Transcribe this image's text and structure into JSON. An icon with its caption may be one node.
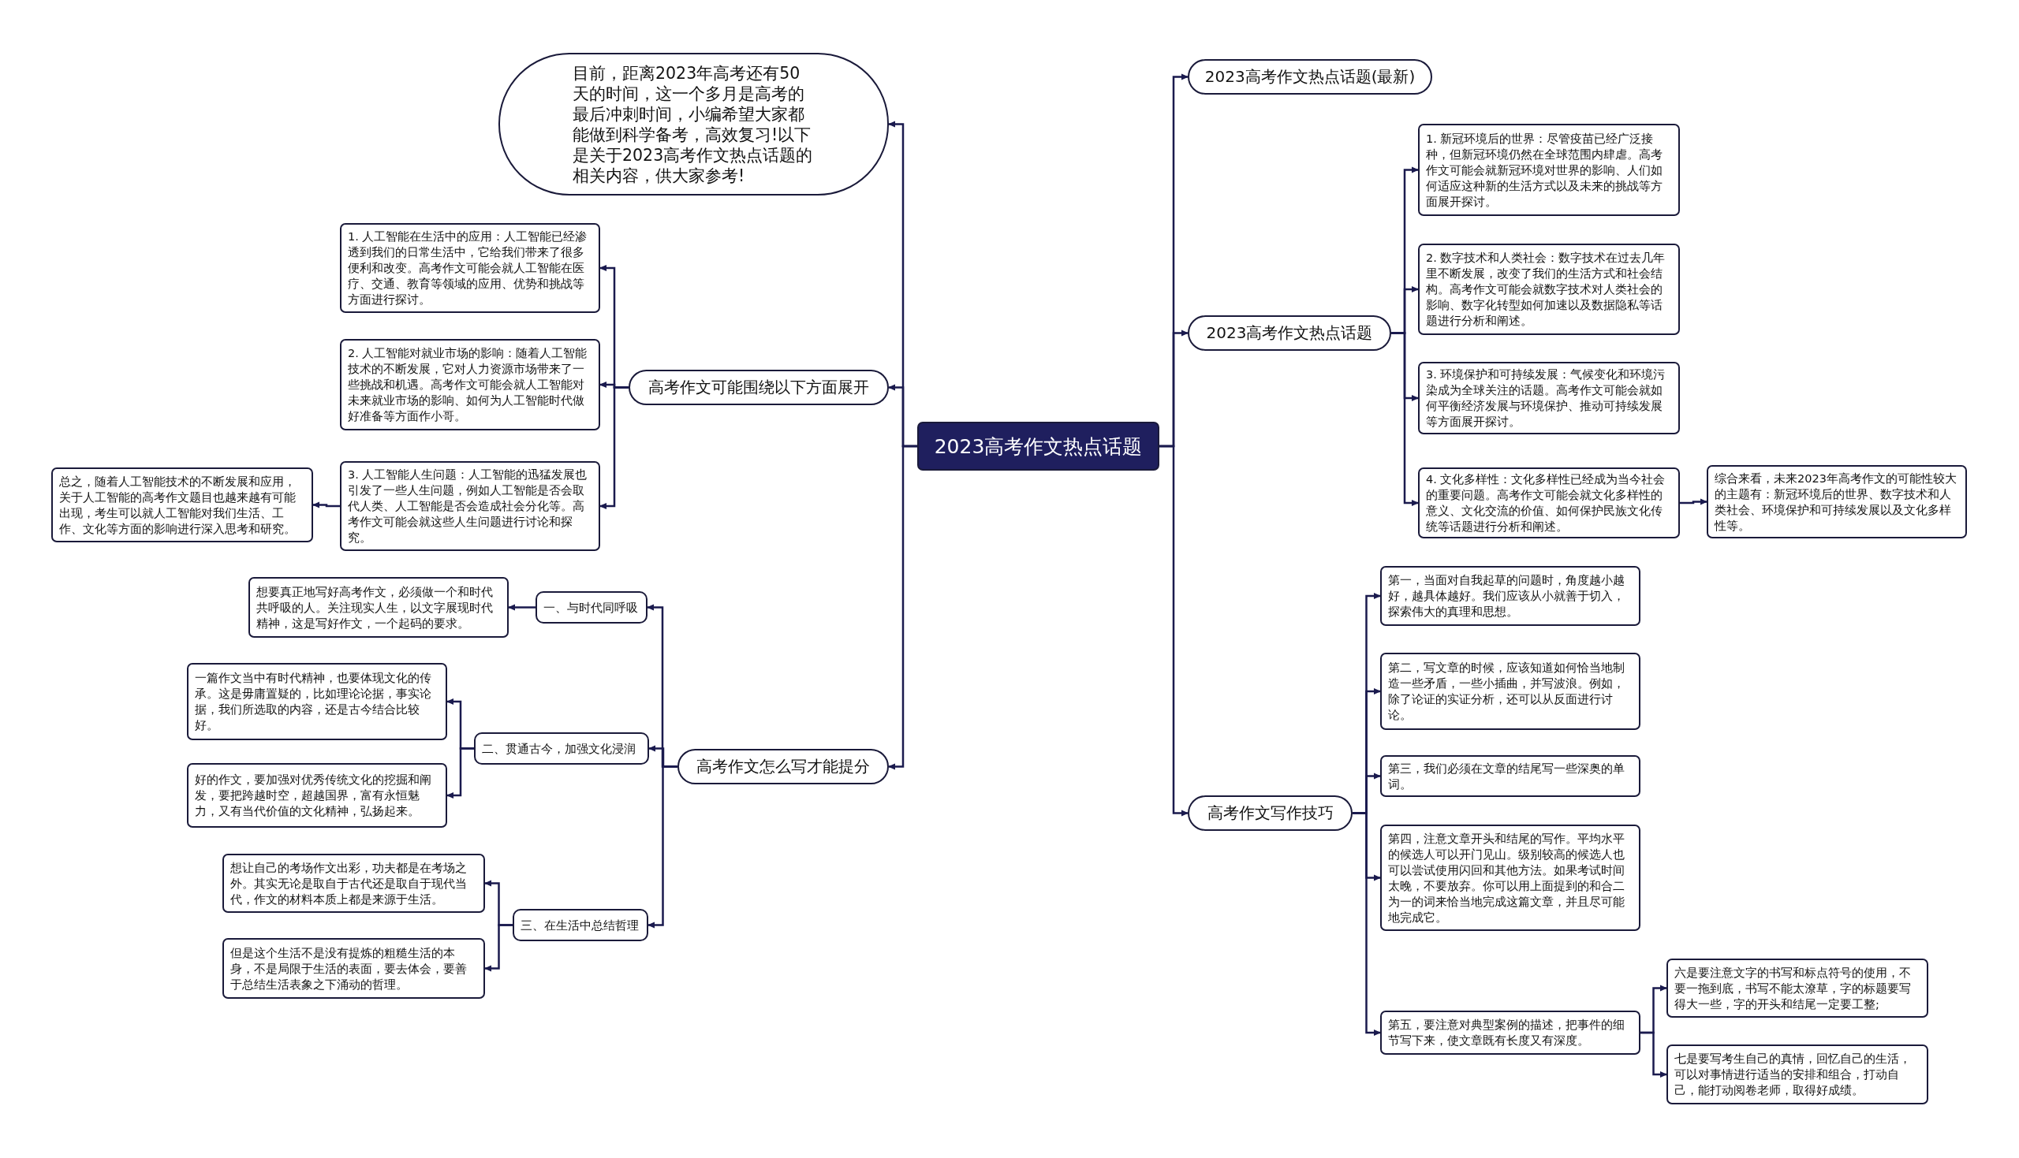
{
  "diagram": {
    "nodes": [
      {
        "text": [
          "2023高考作文热点话题"
        ]
      },
      {
        "text": [
          "目前，距离2023年高考还有50天的时间，这一个多月是高考的最后冲刺时间，小编希望大家都能做到科学备考，高效复习!以下是关于2023高考作文热点话题的相关内容，供大家参考!"
        ]
      },
      {
        "text": [
          "高考作文可能围绕以下方面展开"
        ]
      },
      {
        "text": [
          "1. 人工智能在生活中的应用：人工智能已经渗透到我们的日常生活中，它给我们带来了很多便利和改变。高考作文可能会就人工智能在医疗、交通、教育等领域的应用、优势和挑战等方面进行探讨。"
        ]
      },
      {
        "text": [
          "2. 人工智能对就业市场的影响：随着人工智能技术的不断发展，它对人力资源市场带来了一些挑战和机遇。高考作文可能会就人工智能对未来就业市场的影响、如何为人工智能时代做好准备等方面作小哥。"
        ]
      },
      {
        "text": [
          "3. 人工智能人生问题：人工智能的迅猛发展也引发了一些人生问题，例如人工智能是否会取代人类、人工智能是否会造成社会分化等。高考作文可能会就这些人生问题进行讨论和探究。"
        ]
      },
      {
        "text": [
          "总之，随着人工智能技术的不断发展和应用，关于人工智能的高考作文题目也越来越有可能出现，考生可以就人工智能对我们生活、工作、文化等方面的影响进行深入思考和研究。"
        ]
      },
      {
        "text": [
          "高考作文怎么写才能提分"
        ]
      },
      {
        "text": [
          "一、与时代同呼吸"
        ]
      },
      {
        "text": [
          "想要真正地写好高考作文，必须做一个和时代共呼吸的人。关注现实人生，以文字展现时代精神，这是写好作文，一个起码的要求。"
        ]
      },
      {
        "text": [
          "二、贯通古今，加强文化浸润"
        ]
      },
      {
        "text": [
          "一篇作文当中有时代精神，也要体现文化的传承。这是毋庸置疑的，比如理论论据，事实论据，我们所选取的内容，还是古今结合比较好。"
        ]
      },
      {
        "text": [
          "好的作文，要加强对优秀传统文化的挖掘和阐发，要把跨越时空，超越国界，富有永恒魅力，又有当代价值的文化精神，弘扬起来。"
        ]
      },
      {
        "text": [
          "三、在生活中总结哲理"
        ]
      },
      {
        "text": [
          "想让自己的考场作文出彩，功夫都是在考场之外。其实无论是取自于古代还是取自于现代当代，作文的材料本质上都是来源于生活。"
        ]
      },
      {
        "text": [
          "但是这个生活不是没有提炼的粗糙生活的本身，不是局限于生活的表面，要去体会，要善于总结生活表象之下涌动的哲理。"
        ]
      },
      {
        "text": [
          "2023高考作文热点话题(最新)"
        ]
      },
      {
        "text": [
          "2023高考作文热点话题"
        ]
      },
      {
        "text": [
          "1. 新冠环境后的世界：尽管疫苗已经广泛接种，但新冠环境仍然在全球范围内肆虐。高考作文可能会就新冠环境对世界的影响、人们如何适应这种新的生活方式以及未来的挑战等方面展开探讨。"
        ]
      },
      {
        "text": [
          "2. 数字技术和人类社会：数字技术在过去几年里不断发展，改变了我们的生活方式和社会结构。高考作文可能会就数字技术对人类社会的影响、数字化转型如何加速以及数据隐私等话题进行分析和阐述。"
        ]
      },
      {
        "text": [
          "3. 环境保护和可持续发展：气候变化和环境污染成为全球关注的话题。高考作文可能会就如何平衡经济发展与环境保护、推动可持续发展等方面展开探讨。"
        ]
      },
      {
        "text": [
          "4. 文化多样性：文化多样性已经成为当今社会的重要问题。高考作文可能会就文化多样性的意义、文化交流的价值、如何保护民族文化传统等话题进行分析和阐述。"
        ]
      },
      {
        "text": [
          "综合来看，未来2023年高考作文的可能性较大的主题有：新冠环境后的世界、数字技术和人类社会、环境保护和可持续发展以及文化多样性等。"
        ]
      },
      {
        "text": [
          "高考作文写作技巧"
        ]
      },
      {
        "text": [
          "第一，当面对自我起草的问题时，角度越小越好，越具体越好。我们应该从小就善于切入，探索伟大的真理和思想。"
        ]
      },
      {
        "text": [
          "第二，写文章的时候，应该知道如何恰当地制造一些矛盾，一些小插曲，并写波浪。例如，除了论证的实证分析，还可以从反面进行讨论。"
        ]
      },
      {
        "text": [
          "第三，我们必须在文章的结尾写一些深奥的单词。"
        ]
      },
      {
        "text": [
          "第四，注意文章开头和结尾的写作。平均水平的候选人可以开门见山。级别较高的候选人也可以尝试使用闪回和其他方法。如果考试时间太晚，不要放弃。你可以用上面提到的和合二为一的词来恰当地完成这篇文章，并且尽可能地完成它。"
        ]
      },
      {
        "text": [
          "第五，要注意对典型案例的描述，把事件的细节写下来，使文章既有长度又有深度。"
        ]
      },
      {
        "text": [
          "六是要注意文字的书写和标点符号的使用，不要一拖到底，书写不能太潦草，字的标题要写得大一些，字的开头和结尾一定要工整;"
        ]
      },
      {
        "text": [
          "七是要写考生自己的真情，回忆自己的生活，可以对事情进行适当的安排和组合，打动自己，能打动阅卷老师，取得好成绩。"
        ]
      }
    ],
    "edges": [
      {
        "from": 0,
        "to": 1,
        "arrow": "to"
      },
      {
        "from": 0,
        "to": 2,
        "arrow": "to"
      },
      {
        "from": 2,
        "to": 3,
        "arrow": "to"
      },
      {
        "from": 2,
        "to": 4,
        "arrow": "to"
      },
      {
        "from": 2,
        "to": 5,
        "arrow": "to"
      },
      {
        "from": 5,
        "to": 6,
        "arrow": "to"
      },
      {
        "from": 0,
        "to": 7,
        "arrow": "to"
      },
      {
        "from": 7,
        "to": 8,
        "arrow": "to"
      },
      {
        "from": 8,
        "to": 9,
        "arrow": "to"
      },
      {
        "from": 7,
        "to": 10,
        "arrow": "to"
      },
      {
        "from": 10,
        "to": 11,
        "arrow": "to"
      },
      {
        "from": 10,
        "to": 12,
        "arrow": "to"
      },
      {
        "from": 7,
        "to": 13,
        "arrow": "to"
      },
      {
        "from": 13,
        "to": 14,
        "arrow": "to"
      },
      {
        "from": 13,
        "to": 15,
        "arrow": "to"
      },
      {
        "from": 0,
        "to": 16,
        "arrow": "to"
      },
      {
        "from": 0,
        "to": 17,
        "arrow": "to"
      },
      {
        "from": 17,
        "to": 18,
        "arrow": "to"
      },
      {
        "from": 17,
        "to": 19,
        "arrow": "to"
      },
      {
        "from": 17,
        "to": 20,
        "arrow": "to"
      },
      {
        "from": 17,
        "to": 21,
        "arrow": "to"
      },
      {
        "from": 21,
        "to": 22,
        "arrow": "to"
      },
      {
        "from": 0,
        "to": 23,
        "arrow": "to"
      },
      {
        "from": 23,
        "to": 24,
        "arrow": "to"
      },
      {
        "from": 23,
        "to": 25,
        "arrow": "to"
      },
      {
        "from": 23,
        "to": 26,
        "arrow": "to"
      },
      {
        "from": 23,
        "to": 27,
        "arrow": "to"
      },
      {
        "from": 23,
        "to": 28,
        "arrow": "to"
      },
      {
        "from": 28,
        "to": 29,
        "arrow": "to"
      },
      {
        "from": 28,
        "to": 30,
        "arrow": "to"
      }
    ]
  }
}
